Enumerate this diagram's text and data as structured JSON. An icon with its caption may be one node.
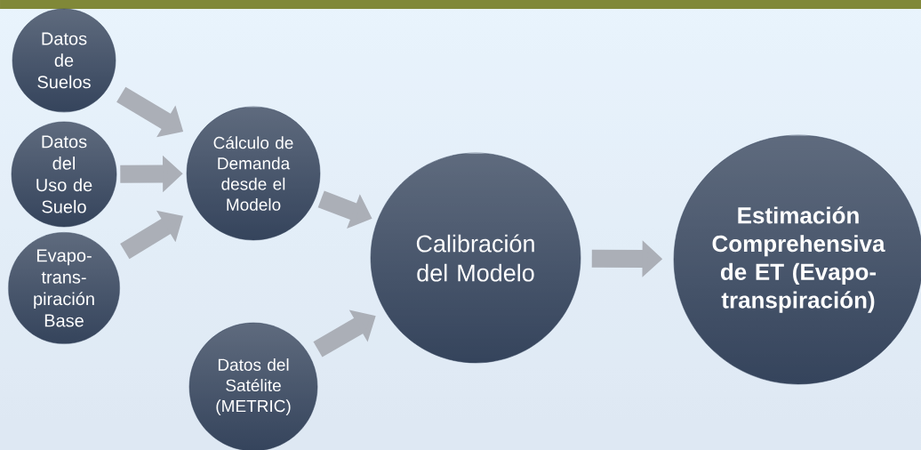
{
  "diagram": {
    "nodes": [
      {
        "text": [
          "Datos de Suelos"
        ]
      },
      {
        "text": [
          "Datos del Uso de Suelo"
        ]
      },
      {
        "text": [
          "Evapo-trans-piración Base"
        ]
      },
      {
        "text": [
          "Cálculo de Demanda desde el Modelo"
        ]
      },
      {
        "text": [
          "Datos del Satélite (METRIC)"
        ]
      },
      {
        "text": [
          "Calibración del Modelo"
        ]
      },
      {
        "text": [
          "Estimación Comprehensiva de ET (Evapo-transpiración)"
        ]
      }
    ],
    "edges": [
      {
        "from": 0,
        "to": 3,
        "arrow": "to"
      },
      {
        "from": 1,
        "to": 3,
        "arrow": "to"
      },
      {
        "from": 2,
        "to": 3,
        "arrow": "to"
      },
      {
        "from": 3,
        "to": 5,
        "arrow": "to"
      },
      {
        "from": 4,
        "to": 5,
        "arrow": "to"
      },
      {
        "from": 5,
        "to": 6,
        "arrow": "to"
      }
    ]
  }
}
